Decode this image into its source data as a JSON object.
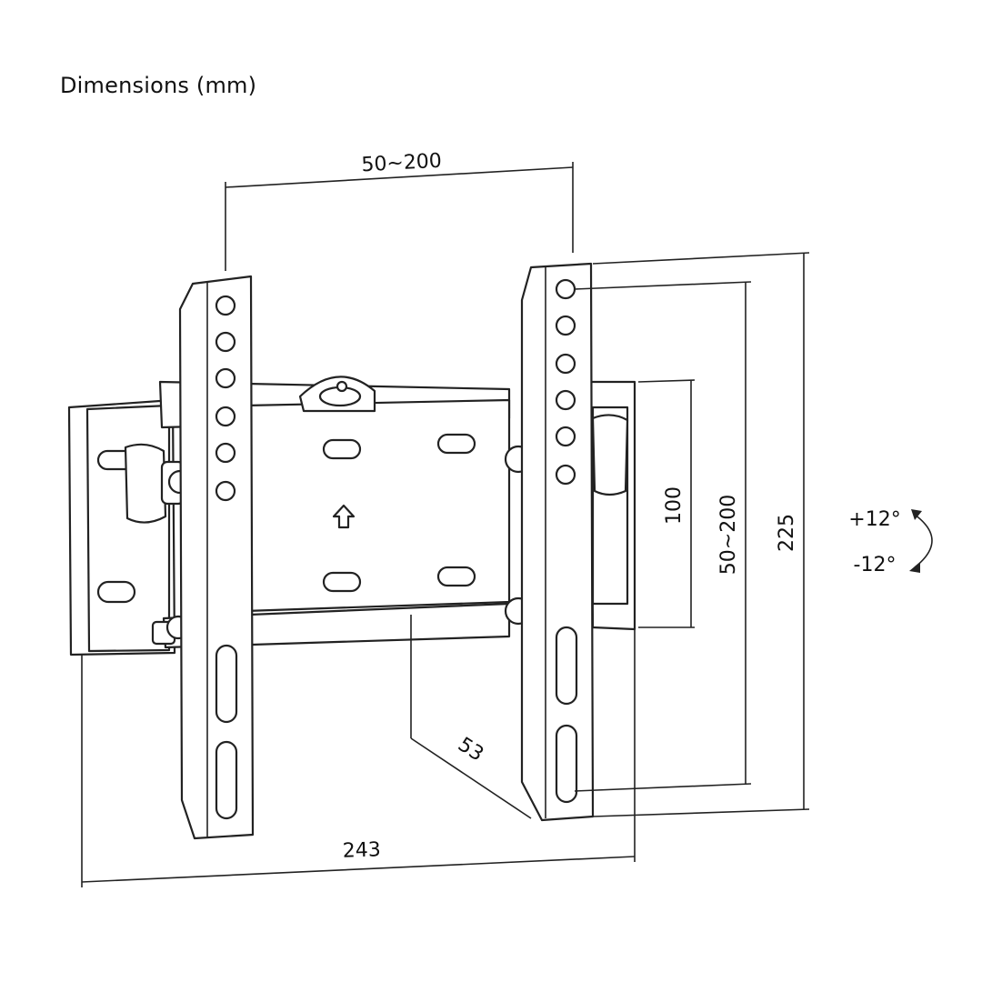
{
  "header": {
    "title": "Dimensions (mm)"
  },
  "dimensions": {
    "horizontal_vesa": "50~200",
    "bracket_spacing": "100",
    "vertical_vesa": "50~200",
    "height": "225",
    "width": "243",
    "depth": "53"
  },
  "tilt": {
    "up": "+12°",
    "down": "-12°"
  },
  "colors": {
    "line": "#222222",
    "background": "#ffffff"
  }
}
